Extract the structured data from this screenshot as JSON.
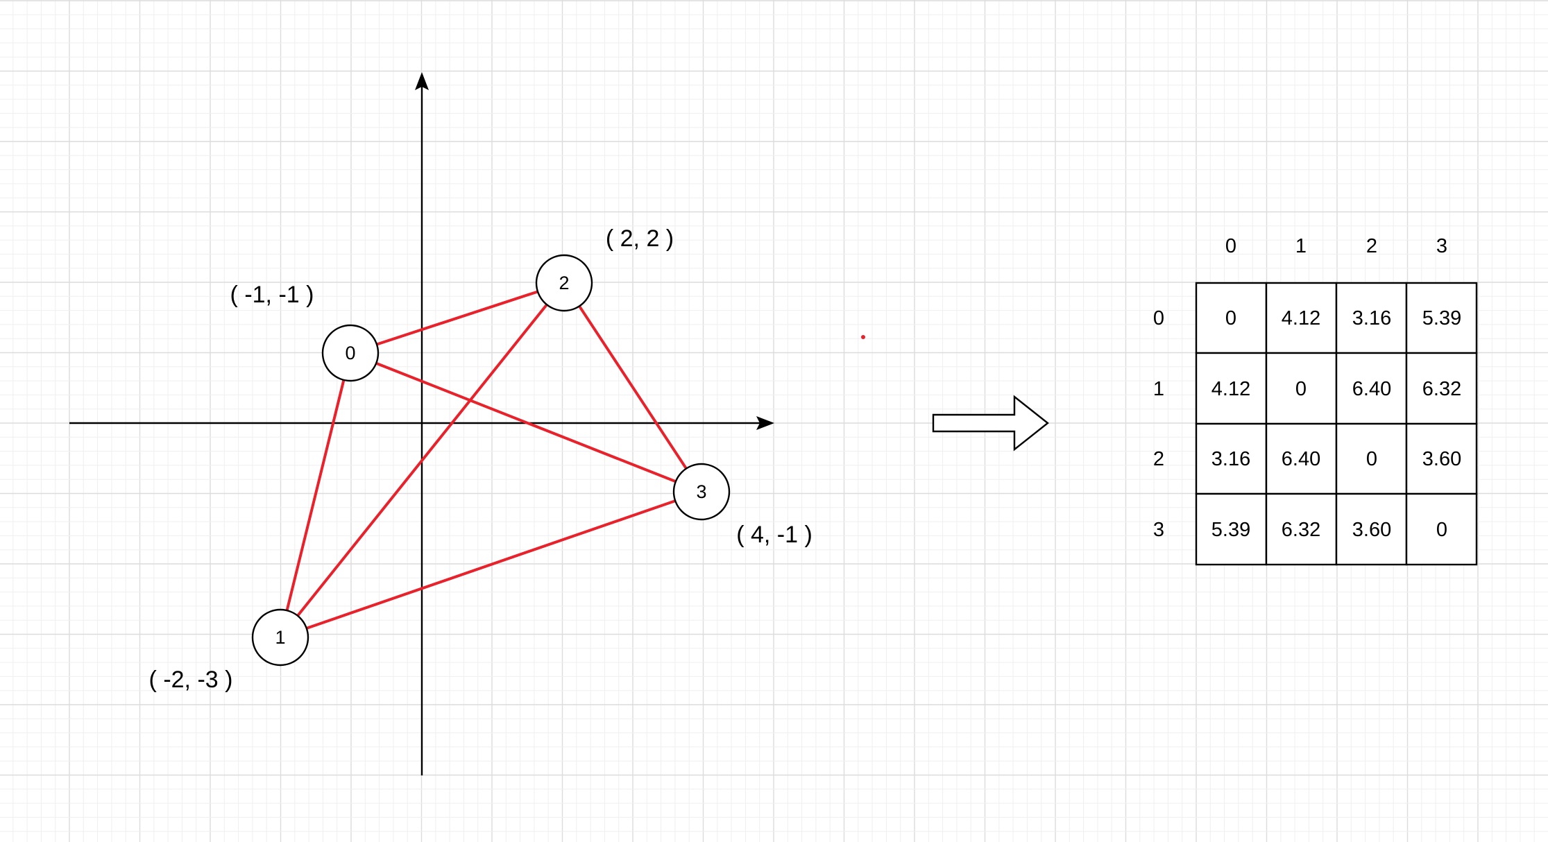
{
  "colors": {
    "background": "#ffffff",
    "grid_minor": "#efefef",
    "grid_major": "#dcdcdc",
    "edge": "#e8212b",
    "ink": "#000000"
  },
  "graph": {
    "nodes": [
      {
        "id": "0",
        "label": "0",
        "coord_label": "( -1, -1 )"
      },
      {
        "id": "1",
        "label": "1",
        "coord_label": "( -2, -3 )"
      },
      {
        "id": "2",
        "label": "2",
        "coord_label": "( 2, 2 )"
      },
      {
        "id": "3",
        "label": "3",
        "coord_label": "( 4, -1 )"
      }
    ],
    "edges": [
      [
        "0",
        "2"
      ],
      [
        "0",
        "1"
      ],
      [
        "0",
        "3"
      ],
      [
        "1",
        "2"
      ],
      [
        "1",
        "3"
      ],
      [
        "2",
        "3"
      ]
    ]
  },
  "distance_matrix": {
    "col_headers": [
      "0",
      "1",
      "2",
      "3"
    ],
    "row_headers": [
      "0",
      "1",
      "2",
      "3"
    ],
    "rows": [
      [
        "0",
        "4.12",
        "3.16",
        "5.39"
      ],
      [
        "4.12",
        "0",
        "6.40",
        "6.32"
      ],
      [
        "3.16",
        "6.40",
        "0",
        "3.60"
      ],
      [
        "5.39",
        "6.32",
        "3.60",
        "0"
      ]
    ]
  }
}
